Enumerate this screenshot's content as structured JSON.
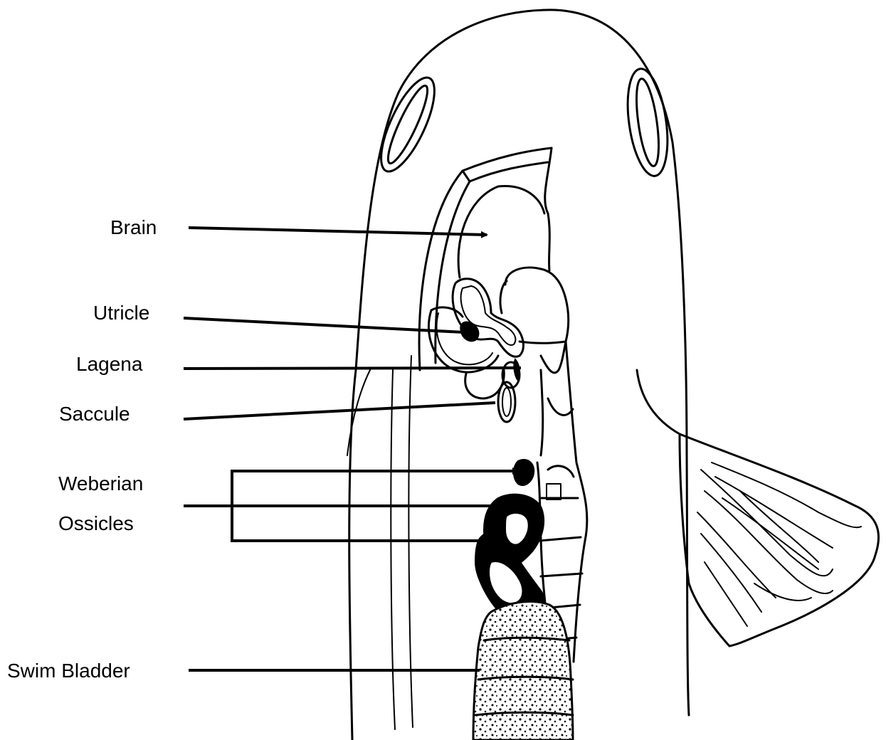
{
  "labels": {
    "brain": "Brain",
    "utricle": "Utricle",
    "lagena": "Lagena",
    "saccule": "Saccule",
    "weberian": "Weberian",
    "ossicles": "Ossicles",
    "swim_bladder": "Swim Bladder"
  }
}
